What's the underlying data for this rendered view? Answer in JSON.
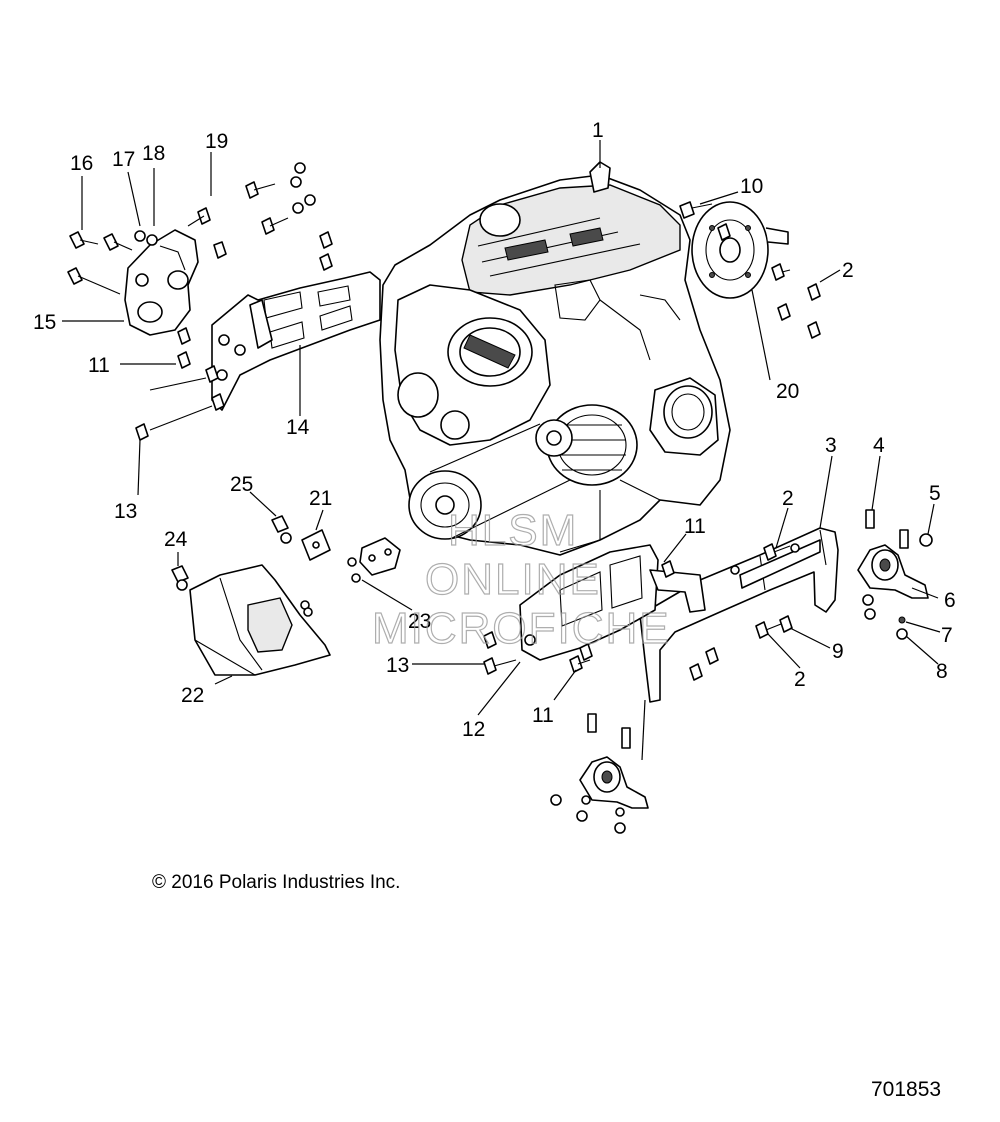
{
  "copyright": "© 2016 Polaris Industries Inc.",
  "diagram_id": "701853",
  "watermark": [
    "HLSM",
    "ONLINE",
    "MICROFICHE"
  ],
  "callouts": [
    {
      "num": "1"
    },
    {
      "num": "2"
    },
    {
      "num": "2"
    },
    {
      "num": "2"
    },
    {
      "num": "3"
    },
    {
      "num": "4"
    },
    {
      "num": "5"
    },
    {
      "num": "6"
    },
    {
      "num": "7"
    },
    {
      "num": "8"
    },
    {
      "num": "9"
    },
    {
      "num": "10"
    },
    {
      "num": "11"
    },
    {
      "num": "11"
    },
    {
      "num": "11"
    },
    {
      "num": "12"
    },
    {
      "num": "13"
    },
    {
      "num": "13"
    },
    {
      "num": "14"
    },
    {
      "num": "15"
    },
    {
      "num": "16"
    },
    {
      "num": "17"
    },
    {
      "num": "18"
    },
    {
      "num": "19"
    },
    {
      "num": "20"
    },
    {
      "num": "21"
    },
    {
      "num": "22"
    },
    {
      "num": "23"
    },
    {
      "num": "24"
    },
    {
      "num": "25"
    }
  ]
}
